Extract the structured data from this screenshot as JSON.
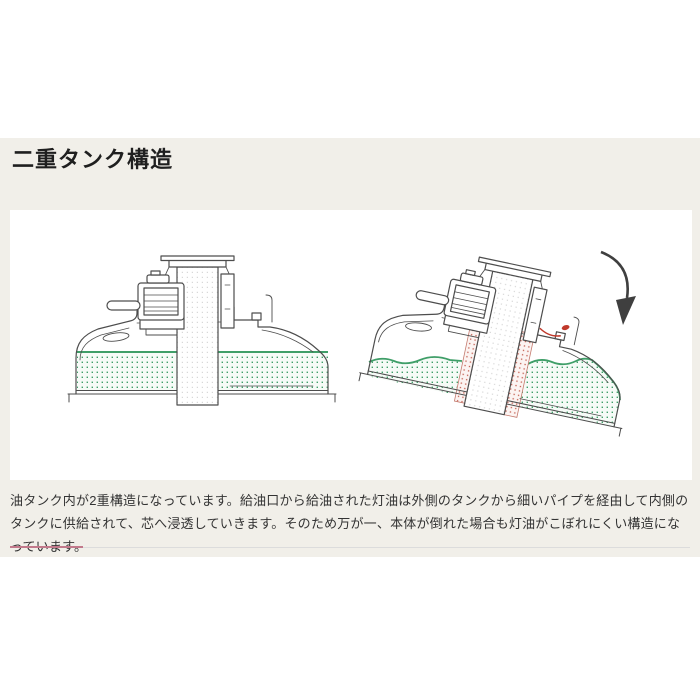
{
  "page": {
    "background": "#ffffff",
    "section_background": "#f1efe9"
  },
  "section": {
    "heading": "二重タンク構造",
    "description": "油タンク内が2重構造になっています。給油口から給油された灯油は外側のタンクから細いパイプを経由して内側のタンクに供給されて、芯へ浸透していきます。そのため万が一、本体が倒れた場合も灯油がこぼれにくい構造になっています。"
  },
  "figure": {
    "panel_background": "#ffffff",
    "left_diagram": "upright-heater-cross-section",
    "right_diagram": "tilted-heater-cross-section",
    "tilt_arrow_icon": "curved-arrow-down-right",
    "colors": {
      "outline_gray": "#4d4d4d",
      "kerosene_green": "#3f9e68",
      "inner_pipe_red": "#c0392b",
      "arrow_gray": "#3f3f3f"
    }
  },
  "divider": {
    "accent_color": "#c2798b",
    "line_color": "#dcdcdc"
  }
}
